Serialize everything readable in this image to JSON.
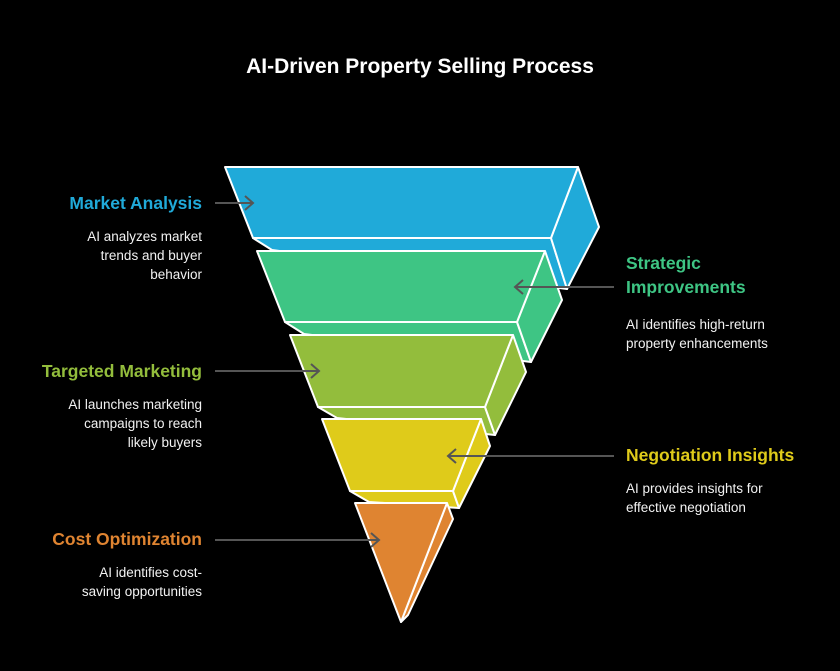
{
  "title": "AI-Driven Property Selling Process",
  "stages": [
    {
      "heading": "Market Analysis",
      "desc": "AI analyzes market trends and buyer behavior",
      "color": "#20AAD9"
    },
    {
      "heading": "Strategic Improvements",
      "desc": "AI identifies high-return property enhancements",
      "color": "#3EC584"
    },
    {
      "heading": "Targeted Marketing",
      "desc": "AI launches marketing campaigns to reach likely buyers",
      "color": "#93BD3C"
    },
    {
      "heading": "Negotiation Insights",
      "desc": "AI provides insights for effective negotiation",
      "color": "#DFCB1A"
    },
    {
      "heading": "Cost Optimization",
      "desc": "AI identifies cost-saving opportunities",
      "color": "#DF8431"
    }
  ]
}
